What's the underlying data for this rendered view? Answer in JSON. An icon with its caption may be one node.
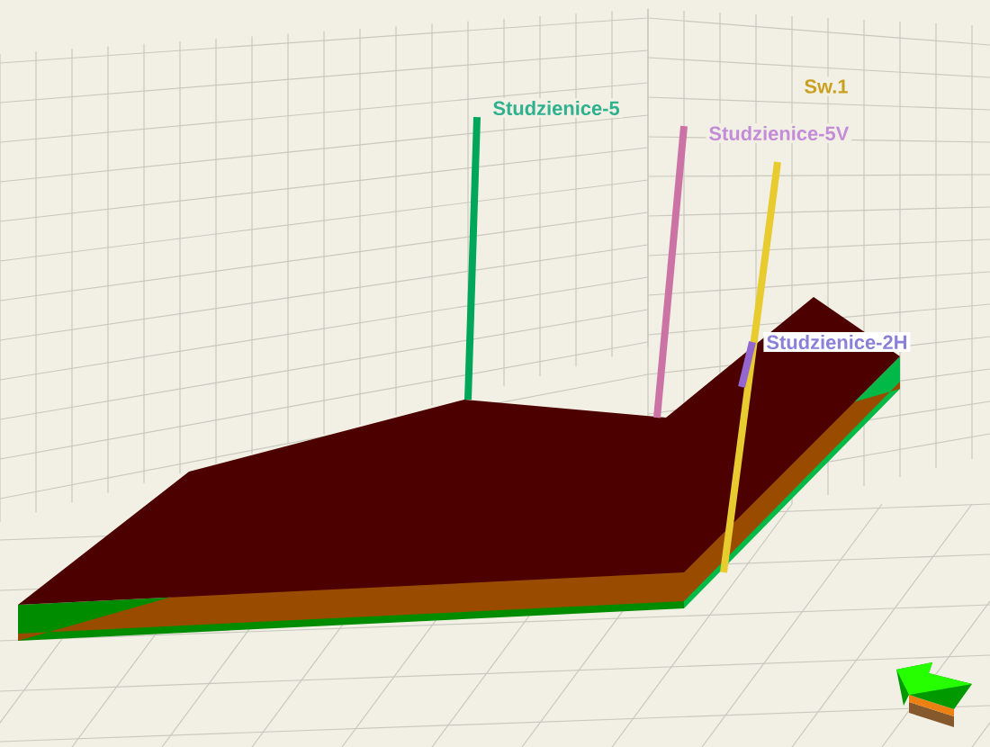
{
  "diagram": {
    "labels": [
      "Studzienice-5",
      "Studzienice-5V",
      "Sw.1",
      "Studzienice-2H"
    ]
  }
}
